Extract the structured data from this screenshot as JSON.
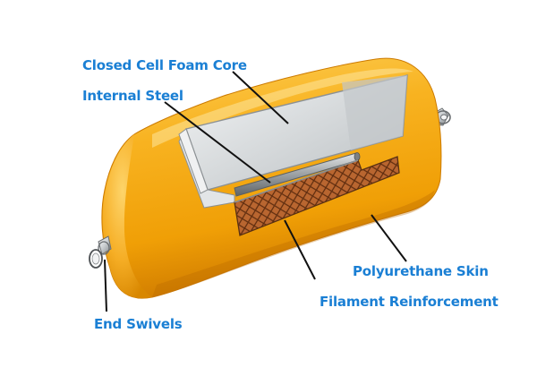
{
  "colors": {
    "label_text": "#1a7fd4",
    "leader_line": "#111111",
    "skin_orange": "#f5a90e",
    "skin_highlight": "#fed560",
    "skin_shadow": "#cf7b00",
    "foam_grey": "#cfd3d5",
    "steel_grey": "#8e9396",
    "mesh_brown": "#b4602a"
  },
  "labels": {
    "foam_core": "Closed Cell Foam Core",
    "internal_steel": "Internal Steel",
    "polyurethane_skin": "Polyurethane Skin",
    "filament_reinforcement": "Filament Reinforcement",
    "end_swivels": "End Swivels"
  },
  "icons": {
    "fender": "cylindrical-fender-cutaway-illustration",
    "swivel": "end-swivel-fitting"
  }
}
